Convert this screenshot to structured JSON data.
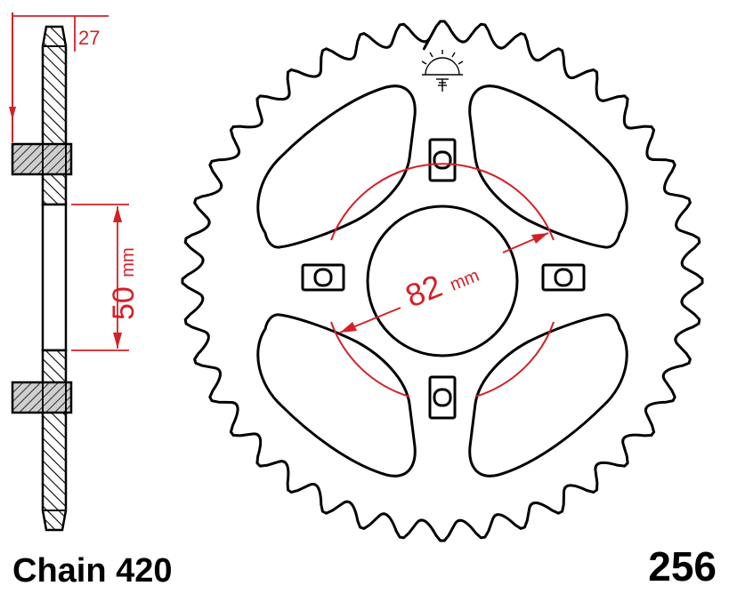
{
  "diagram": {
    "dimensions": {
      "thickness_value": "27",
      "bore_value": "50",
      "bore_unit": "mm",
      "pcd_value": "82",
      "pcd_unit": "mm"
    },
    "chain_label": "Chain 420",
    "part_number": "256",
    "sprocket": {
      "teeth_count": 40,
      "bolt_holes": 4,
      "cutouts": 4
    },
    "colors": {
      "outline": "#000000",
      "dimension": "#d42027",
      "hatch": "#000000",
      "background": "#ffffff"
    },
    "logo_icon": "sun-logo-icon"
  }
}
